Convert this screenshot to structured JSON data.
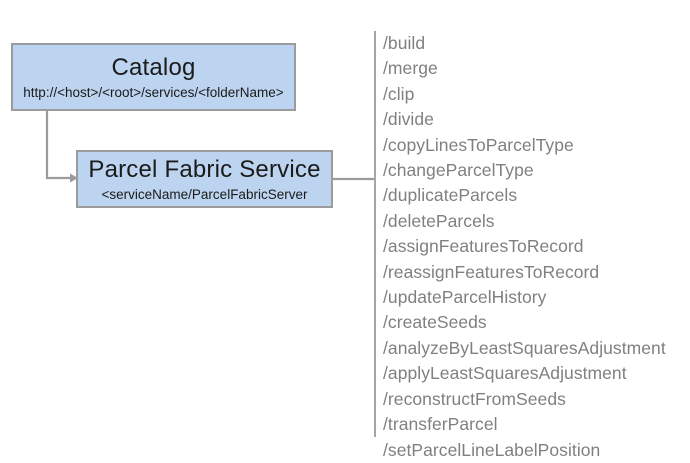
{
  "diagram": {
    "type": "architecture-endpoint-diagram",
    "colors": {
      "node_fill": "#bcd4ef",
      "node_border": "#9b9b9b",
      "node_text": "#1b1b1b",
      "connector": "#9b9b9b",
      "divider": "#a6a6a6",
      "operation_text": "#808080",
      "background": "#ffffff"
    },
    "nodes": [
      {
        "id": "catalog",
        "title": "Catalog",
        "subtitle": "http://<host>/<root>/services/<folderName>"
      },
      {
        "id": "parcel-fabric-service",
        "title": "Parcel Fabric Service",
        "subtitle": "<serviceName/ParcelFabricServer"
      }
    ],
    "connectors": [
      {
        "id": "catalog-to-parcel-fabric",
        "from": "catalog",
        "to": "parcel-fabric-service",
        "style": "elbow",
        "arrow": "target"
      },
      {
        "id": "parcel-fabric-to-operations",
        "from": "parcel-fabric-service",
        "to": "operations",
        "style": "straight",
        "arrow": "none"
      }
    ],
    "operations": {
      "items": [
        "/build",
        "/merge",
        "/clip",
        "/divide",
        "/copyLinesToParcelType",
        "/changeParcelType",
        "/duplicateParcels",
        "/deleteParcels",
        "/assignFeaturesToRecord",
        "/reassignFeaturesToRecord",
        "/updateParcelHistory",
        "/createSeeds",
        "/analyzeByLeastSquaresAdjustment",
        "/applyLeastSquaresAdjustment",
        "/reconstructFromSeeds",
        "/transferParcel",
        "/setParcelLineLabelPosition"
      ]
    }
  }
}
